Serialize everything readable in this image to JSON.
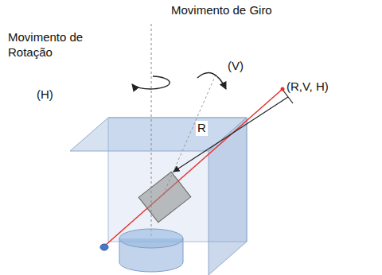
{
  "diagram": {
    "labels": [
      "Movimento de Giro",
      "Movimento de Rotação",
      "(H)",
      "(V)",
      "(R,V, H)",
      "R"
    ]
  }
}
